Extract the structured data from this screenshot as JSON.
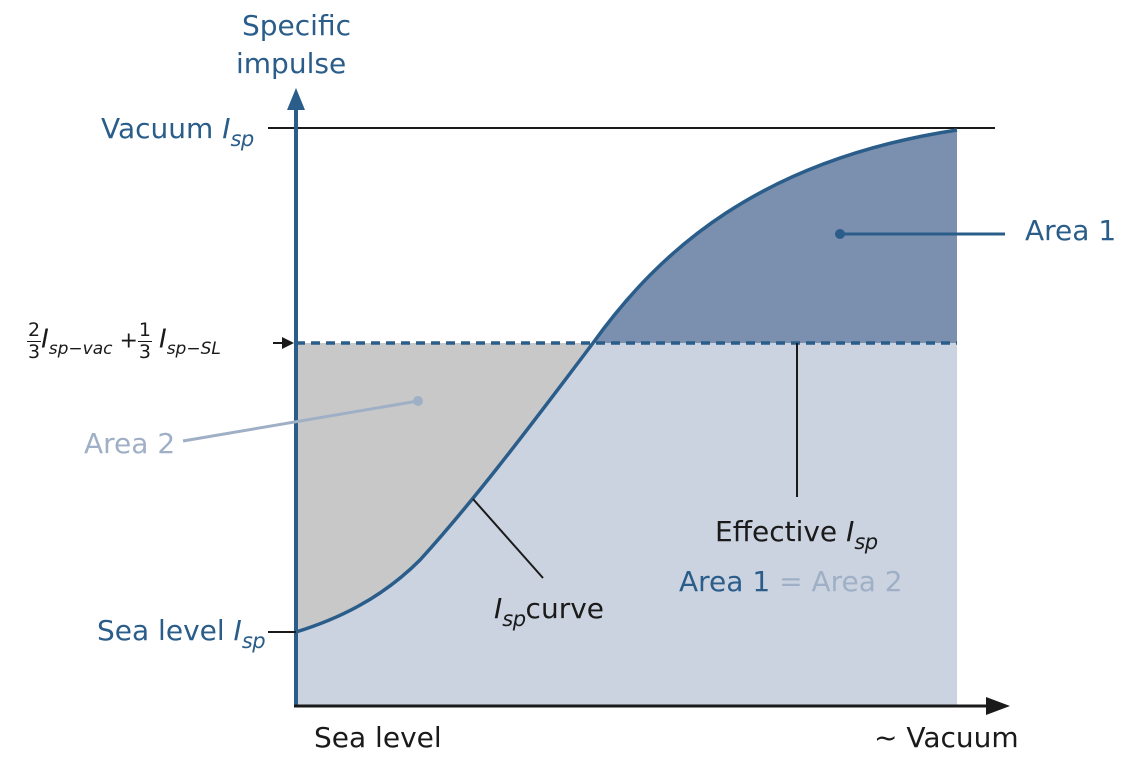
{
  "colors": {
    "blue": "#2a5d8a",
    "pale": "#9fb0c6",
    "area1_fill": "#7b8fae",
    "area2_fill": "#c8c8c8",
    "below_fill": "#cbd2e0",
    "axis": "#2a5d8a",
    "ink": "#1a1a1a"
  },
  "yaxis_title_line1": "Specific",
  "yaxis_title_line2": "impulse",
  "vacuum_label": "Vacuum ",
  "sea_level_label": "Sea level ",
  "isp_symbol": "I",
  "isp_subscript": "sp",
  "weighted_formula": {
    "frac1_num": "2",
    "frac1_den": "3",
    "term1_sub": "sp−vac",
    "plus": "+",
    "frac2_num": "1",
    "frac2_den": "3",
    "term2_sub": "sp−SL"
  },
  "area1_label": "Area 1",
  "area2_label": "Area 2",
  "effective_label": "Effective ",
  "equality": {
    "left": "Area 1",
    "equals": "=",
    "right": "Area 2"
  },
  "curve_label_suffix": "curve",
  "x_left_label": "Sea level",
  "x_right_label": "~ Vacuum"
}
